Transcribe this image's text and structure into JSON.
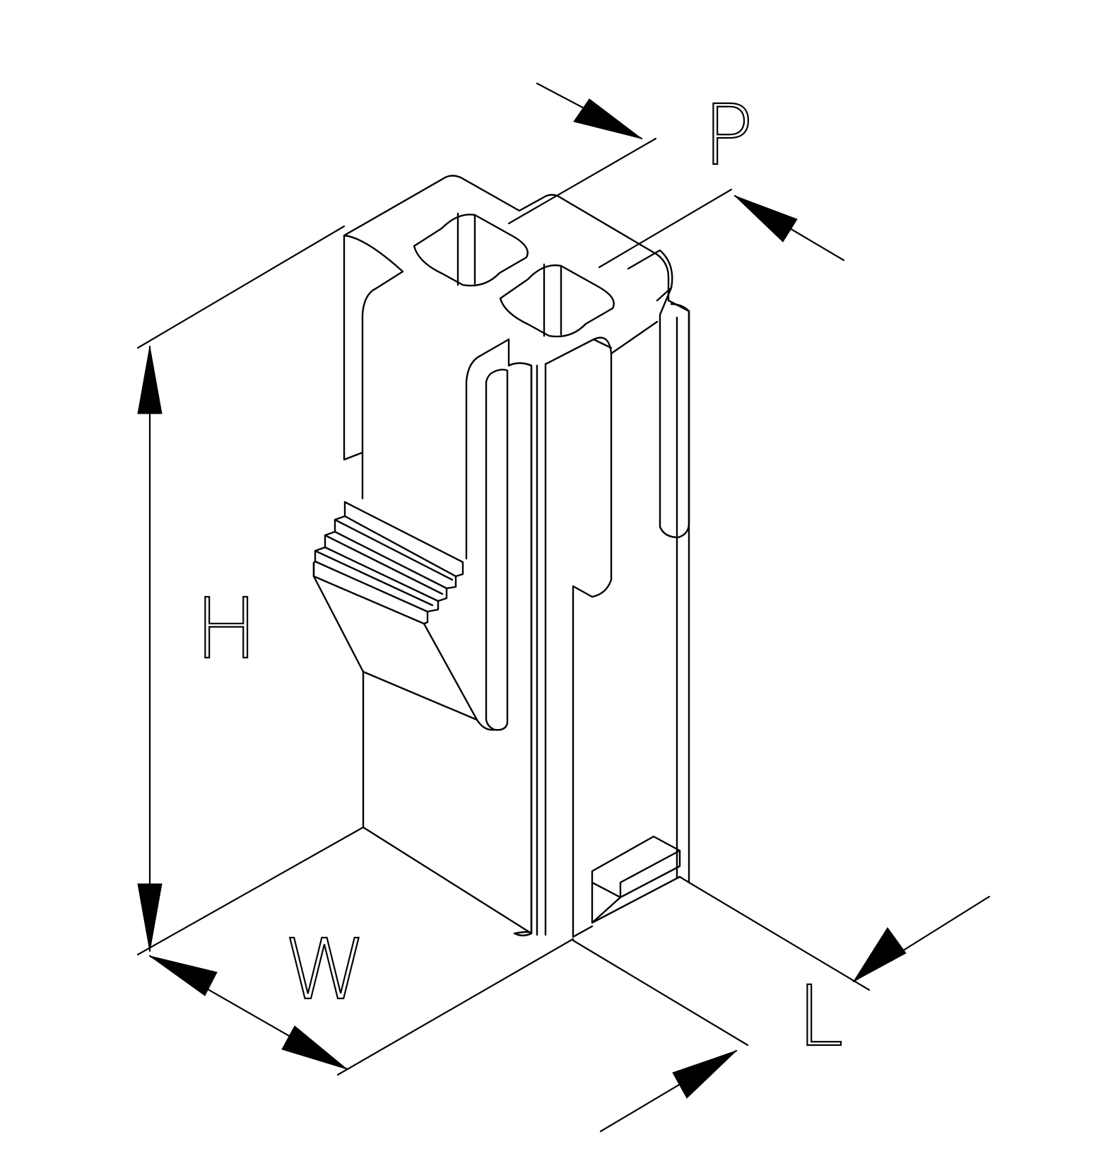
{
  "labels": {
    "pitch": "P",
    "height": "H",
    "width": "W",
    "length": "L"
  }
}
